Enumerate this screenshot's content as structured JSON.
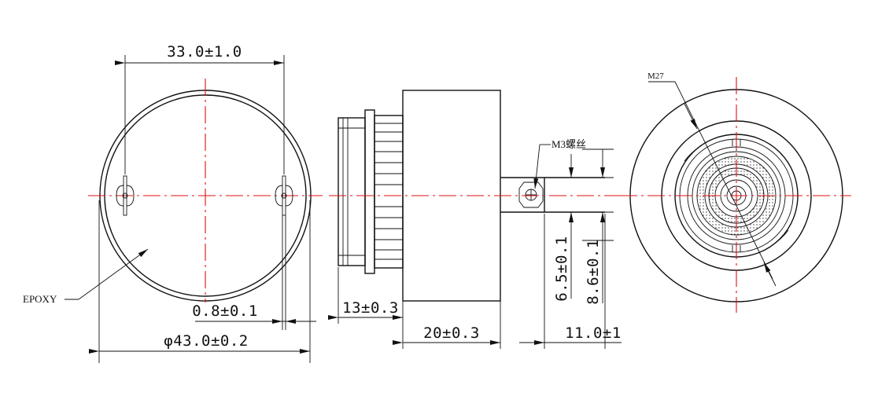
{
  "dimensions": {
    "top_width": "33.0±1.0",
    "diameter": "φ43.0±0.2",
    "lead_thickness": "0.8±0.1",
    "thread_length": "13±0.3",
    "body_length": "20±0.3",
    "pin_length": "11.0±1",
    "pin_spacing_inner": "6.5±0.1",
    "pin_spacing_outer": "8.6±0.1"
  },
  "labels": {
    "epoxy": "EPOXY",
    "screw": "M3螺丝",
    "thread": "M27"
  }
}
